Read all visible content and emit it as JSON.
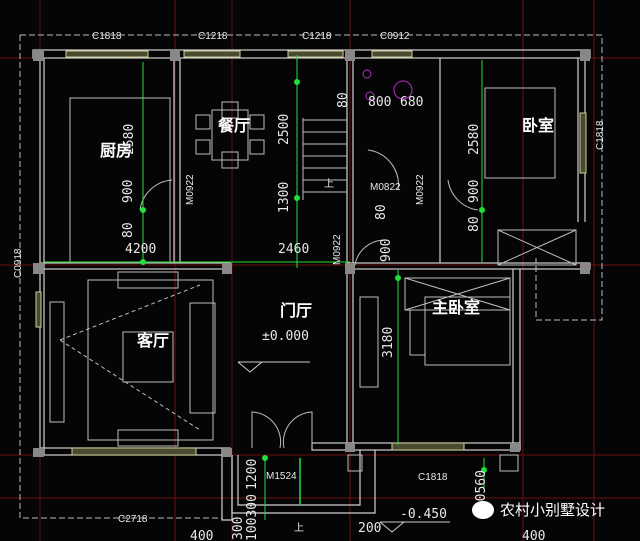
{
  "rooms": {
    "kitchen": "厨房",
    "dining": "餐厅",
    "bedroom": "卧室",
    "living": "客厅",
    "hall": "门厅",
    "master": "主卧室"
  },
  "windows": {
    "w1": "C1818",
    "w2": "C1218",
    "w3": "C1218",
    "w4": "C0912",
    "w5": "C1818",
    "w6": "C0918",
    "w7": "C1818",
    "w8": "C2718"
  },
  "doors": {
    "d1": "M0922",
    "d2": "M0822",
    "d3": "M0922",
    "d4": "M0922",
    "d5": "M1524"
  },
  "dims": {
    "a": "2580",
    "b": "2500",
    "c": "80",
    "d": "800",
    "e": "680",
    "f": "2580",
    "g": "900",
    "h": "1300",
    "i": "900",
    "j": "80",
    "k": "80",
    "l": "80",
    "m": "4200",
    "n": "2460",
    "o": "900",
    "p": "3180",
    "q": "1200",
    "r": "400560",
    "s": "300",
    "t": "100300",
    "u": "400",
    "v": "200",
    "w": "400"
  },
  "stairs": {
    "up1": "上",
    "up2": "上"
  },
  "levels": {
    "floor": "±0.000",
    "outside": "-0.450"
  },
  "watermark": "农村小别墅设计",
  "colors": {
    "wall": "#cfcfcf",
    "dim": "#22e03a",
    "axis": "#8a1010",
    "furniture": "#bdbdbd",
    "fixture": "#b030c0"
  }
}
